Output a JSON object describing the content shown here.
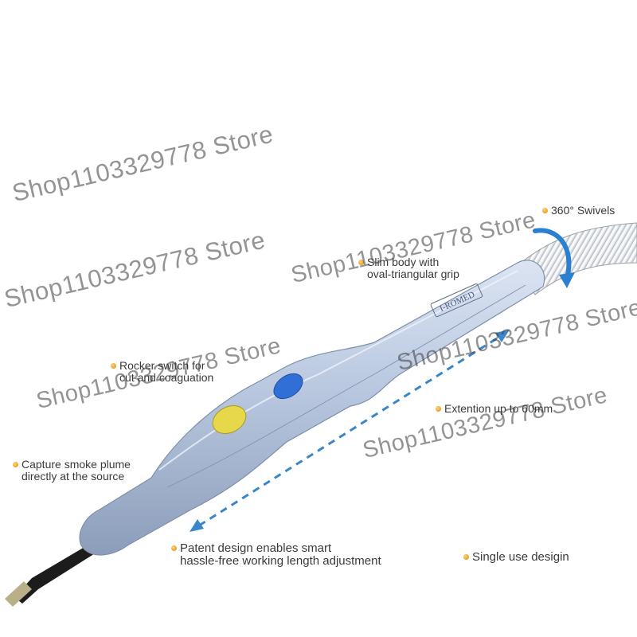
{
  "callouts": {
    "swivel": "360° Swivels",
    "slim": [
      "Slim body with",
      "oval-triangular grip"
    ],
    "rocker": [
      "Rocker switch for",
      "cut and coaguation"
    ],
    "smoke": [
      "Capture smoke plume",
      "directly at the source"
    ],
    "extension": "Extention up to 60mm",
    "patent": [
      "Patent design enables smart",
      "hassle-free working length adjustment"
    ],
    "single": "Single use desigin"
  },
  "brand_label": "I-ROMED",
  "watermark": "Shop1103329778 Store",
  "colors": {
    "body": "#b9c8e0",
    "button_blue": "#2f6fd6",
    "button_yellow": "#e6d84a",
    "arrow": "#3a86c8",
    "callout_dot": "#f0a020"
  }
}
